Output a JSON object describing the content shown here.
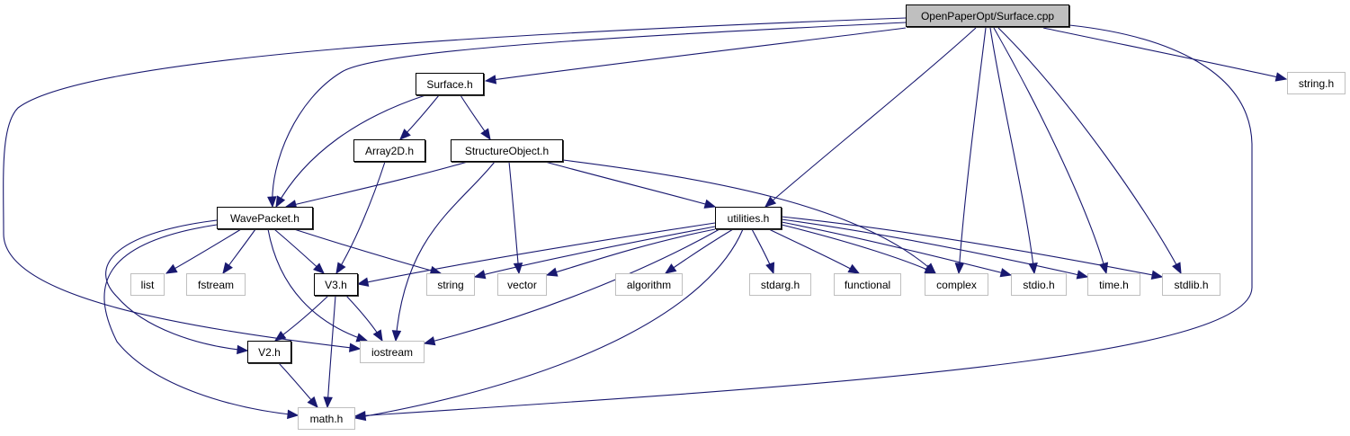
{
  "graph": {
    "type": "include-dependency-graph",
    "root": "OpenPaperOpt/Surface.cpp",
    "colors": {
      "edge": "#191970",
      "root_fill": "#bfbfbf",
      "internal_border": "#000000",
      "external_border": "#bfbfbf"
    },
    "nodes": {
      "root": {
        "label": "OpenPaperOpt/Surface.cpp",
        "kind": "root"
      },
      "surface_h": {
        "label": "Surface.h",
        "kind": "internal"
      },
      "string_h": {
        "label": "string.h",
        "kind": "external"
      },
      "array2d_h": {
        "label": "Array2D.h",
        "kind": "internal"
      },
      "structureobject_h": {
        "label": "StructureObject.h",
        "kind": "internal"
      },
      "wavepacket_h": {
        "label": "WavePacket.h",
        "kind": "internal"
      },
      "utilities_h": {
        "label": "utilities.h",
        "kind": "internal"
      },
      "list": {
        "label": "list",
        "kind": "external"
      },
      "fstream": {
        "label": "fstream",
        "kind": "external"
      },
      "v3_h": {
        "label": "V3.h",
        "kind": "internal"
      },
      "string": {
        "label": "string",
        "kind": "external"
      },
      "vector": {
        "label": "vector",
        "kind": "external"
      },
      "algorithm": {
        "label": "algorithm",
        "kind": "external"
      },
      "stdarg_h": {
        "label": "stdarg.h",
        "kind": "external"
      },
      "functional": {
        "label": "functional",
        "kind": "external"
      },
      "complex": {
        "label": "complex",
        "kind": "external"
      },
      "stdio_h": {
        "label": "stdio.h",
        "kind": "external"
      },
      "time_h": {
        "label": "time.h",
        "kind": "external"
      },
      "stdlib_h": {
        "label": "stdlib.h",
        "kind": "external"
      },
      "v2_h": {
        "label": "V2.h",
        "kind": "internal"
      },
      "iostream": {
        "label": "iostream",
        "kind": "external"
      },
      "math_h": {
        "label": "math.h",
        "kind": "external"
      }
    },
    "edges": [
      [
        "root",
        "surface_h"
      ],
      [
        "root",
        "string_h"
      ],
      [
        "root",
        "wavepacket_h"
      ],
      [
        "root",
        "utilities_h"
      ],
      [
        "root",
        "complex"
      ],
      [
        "root",
        "stdio_h"
      ],
      [
        "root",
        "time_h"
      ],
      [
        "root",
        "stdlib_h"
      ],
      [
        "root",
        "iostream"
      ],
      [
        "root",
        "math_h"
      ],
      [
        "surface_h",
        "array2d_h"
      ],
      [
        "surface_h",
        "structureobject_h"
      ],
      [
        "surface_h",
        "wavepacket_h"
      ],
      [
        "array2d_h",
        "v3_h"
      ],
      [
        "structureobject_h",
        "wavepacket_h"
      ],
      [
        "structureobject_h",
        "utilities_h"
      ],
      [
        "structureobject_h",
        "vector"
      ],
      [
        "structureobject_h",
        "iostream"
      ],
      [
        "structureobject_h",
        "complex"
      ],
      [
        "wavepacket_h",
        "list"
      ],
      [
        "wavepacket_h",
        "fstream"
      ],
      [
        "wavepacket_h",
        "v3_h"
      ],
      [
        "wavepacket_h",
        "string"
      ],
      [
        "wavepacket_h",
        "iostream"
      ],
      [
        "wavepacket_h",
        "v2_h"
      ],
      [
        "wavepacket_h",
        "math_h"
      ],
      [
        "utilities_h",
        "v3_h"
      ],
      [
        "utilities_h",
        "string"
      ],
      [
        "utilities_h",
        "vector"
      ],
      [
        "utilities_h",
        "algorithm"
      ],
      [
        "utilities_h",
        "stdarg_h"
      ],
      [
        "utilities_h",
        "functional"
      ],
      [
        "utilities_h",
        "complex"
      ],
      [
        "utilities_h",
        "stdio_h"
      ],
      [
        "utilities_h",
        "time_h"
      ],
      [
        "utilities_h",
        "stdlib_h"
      ],
      [
        "utilities_h",
        "iostream"
      ],
      [
        "utilities_h",
        "math_h"
      ],
      [
        "v3_h",
        "v2_h"
      ],
      [
        "v3_h",
        "iostream"
      ],
      [
        "v3_h",
        "math_h"
      ],
      [
        "v2_h",
        "math_h"
      ]
    ]
  }
}
